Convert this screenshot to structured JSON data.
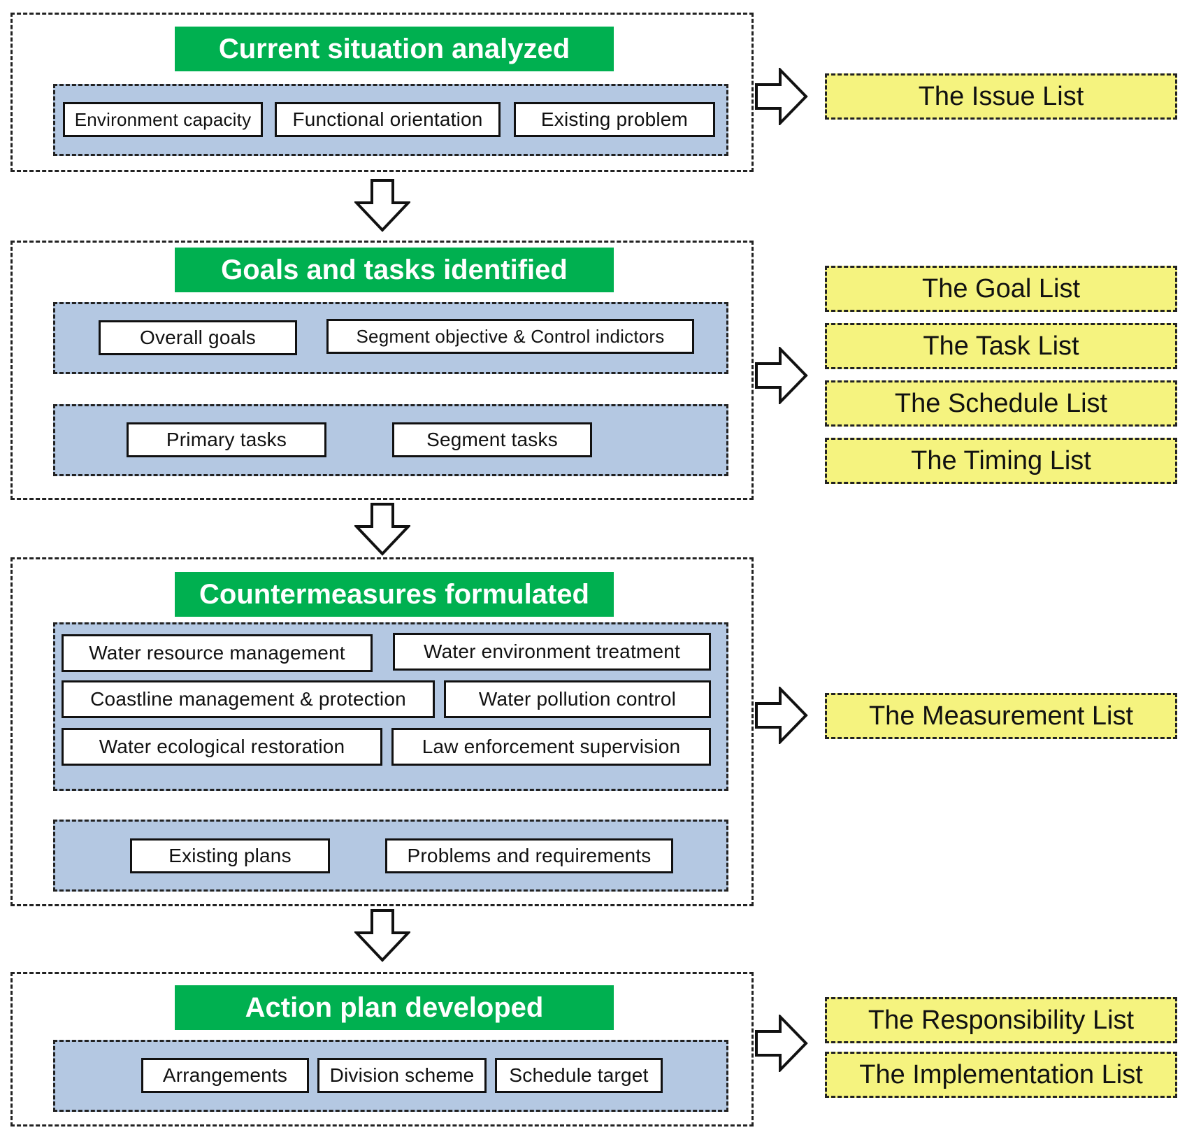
{
  "stages": [
    {
      "title": "Current situation analyzed",
      "panels": [
        [
          "Environment capacity",
          "Functional orientation",
          "Existing problem"
        ]
      ]
    },
    {
      "title": "Goals and tasks identified",
      "panels": [
        [
          "Overall goals",
          "Segment objective & Control indictors"
        ],
        [
          "Primary tasks",
          "Segment tasks"
        ]
      ]
    },
    {
      "title": "Countermeasures formulated",
      "panels": [
        [
          "Water resource management",
          "Water environment treatment",
          "Coastline management & protection",
          "Water pollution control",
          "Water ecological restoration",
          "Law enforcement supervision"
        ],
        [
          "Existing plans",
          "Problems and requirements"
        ]
      ]
    },
    {
      "title": "Action plan developed",
      "panels": [
        [
          "Arrangements",
          "Division scheme",
          "Schedule target"
        ]
      ]
    }
  ],
  "outputs": [
    [
      "The Issue List"
    ],
    [
      "The Goal List",
      "The Task List",
      "The Schedule List",
      "The Timing List"
    ],
    [
      "The Measurement List"
    ],
    [
      "The Responsibility List",
      "The Implementation List"
    ]
  ],
  "colors": {
    "stage_title_bg": "#00b050",
    "panel_bg": "#b4c8e2",
    "output_bg": "#f5f37f",
    "border": "#222222"
  },
  "icons": {
    "down_arrow": "hollow-down-arrow-icon",
    "right_arrow": "hollow-right-arrow-icon"
  }
}
